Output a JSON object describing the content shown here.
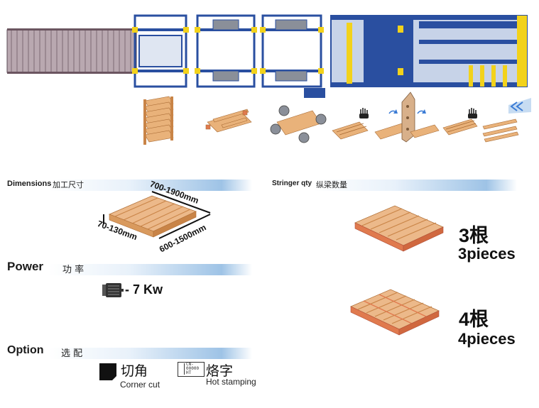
{
  "sections": {
    "dimensions": {
      "label_en": "Dimensions",
      "label_cn": "加工尺寸"
    },
    "stringer": {
      "label_en": "Stringer qty",
      "label_cn": "纵梁数量"
    },
    "power": {
      "label_en": "Power",
      "label_cn": "功 率",
      "value": "- 7 Kw"
    },
    "option": {
      "label_en": "Option",
      "label_cn": "选 配"
    }
  },
  "dimension_labels": {
    "length": "700-1900mm",
    "width": "600-1500mm",
    "height": "70-130mm"
  },
  "stringer_options": [
    {
      "count_cn": "3根",
      "count_en": "3pieces"
    },
    {
      "count_cn": "4根",
      "count_en": "4pieces"
    }
  ],
  "options": [
    {
      "name_cn": "切角",
      "name_en": "Corner cut"
    },
    {
      "name_cn": "烙字",
      "name_en": "Hot stamping",
      "stamp_text": [
        "CN-",
        "00000",
        "HT"
      ]
    }
  ],
  "colors": {
    "machine_blue": "#2a4fa0",
    "machine_yellow": "#f2d21b",
    "wood": "#e9b27a",
    "wood_dark": "#c98447",
    "wood_red": "#e07a4e",
    "banner_blue": "#9ec3e6"
  },
  "icons": [
    "motor-icon",
    "corner-cut-icon",
    "hot-stamp-icon",
    "hand-icon",
    "rotate-arrow-icon",
    "feed-direction-icon"
  ]
}
